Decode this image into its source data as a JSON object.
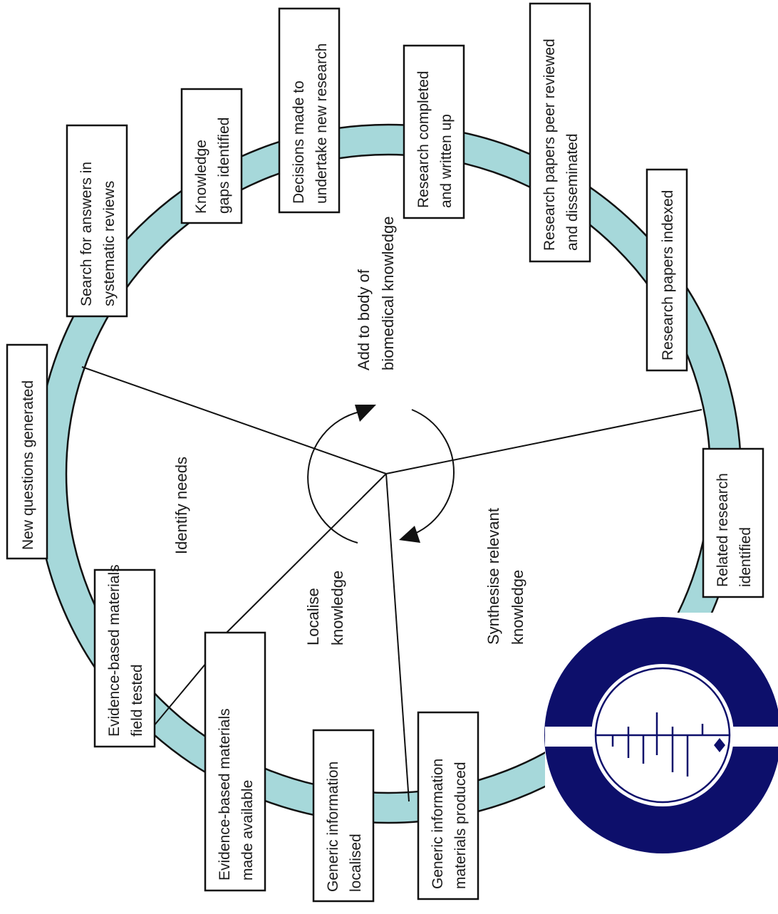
{
  "diagram": {
    "ring_color": "#a6d8da",
    "logo_color": "#0d0f6b",
    "stages": [
      {
        "lines": [
          "New questions generated"
        ]
      },
      {
        "lines": [
          "Search for answers in",
          "systematic reviews"
        ]
      },
      {
        "lines": [
          "Knowledge",
          "gaps identified"
        ]
      },
      {
        "lines": [
          "Decisions made to",
          "undertake new research"
        ]
      },
      {
        "lines": [
          "Research completed",
          "and written up"
        ]
      },
      {
        "lines": [
          "Research papers peer reviewed",
          "and disseminated"
        ]
      },
      {
        "lines": [
          "Research papers indexed"
        ]
      },
      {
        "lines": [
          "Related research",
          "identified"
        ]
      },
      {
        "lines": [
          "Generic information",
          "materials  produced"
        ]
      },
      {
        "lines": [
          "Generic information",
          "localised"
        ]
      },
      {
        "lines": [
          "Evidence-based materials",
          "made available"
        ]
      },
      {
        "lines": [
          "Evidence-based materials",
          "field tested"
        ]
      }
    ],
    "sectors": [
      {
        "lines": [
          "Add to body of",
          "biomedical knowledge"
        ]
      },
      {
        "lines": [
          "Identify needs"
        ]
      },
      {
        "lines": [
          "Synthesise relevant",
          "knowledge"
        ]
      },
      {
        "lines": [
          "Localise",
          "knowledge"
        ]
      }
    ]
  }
}
